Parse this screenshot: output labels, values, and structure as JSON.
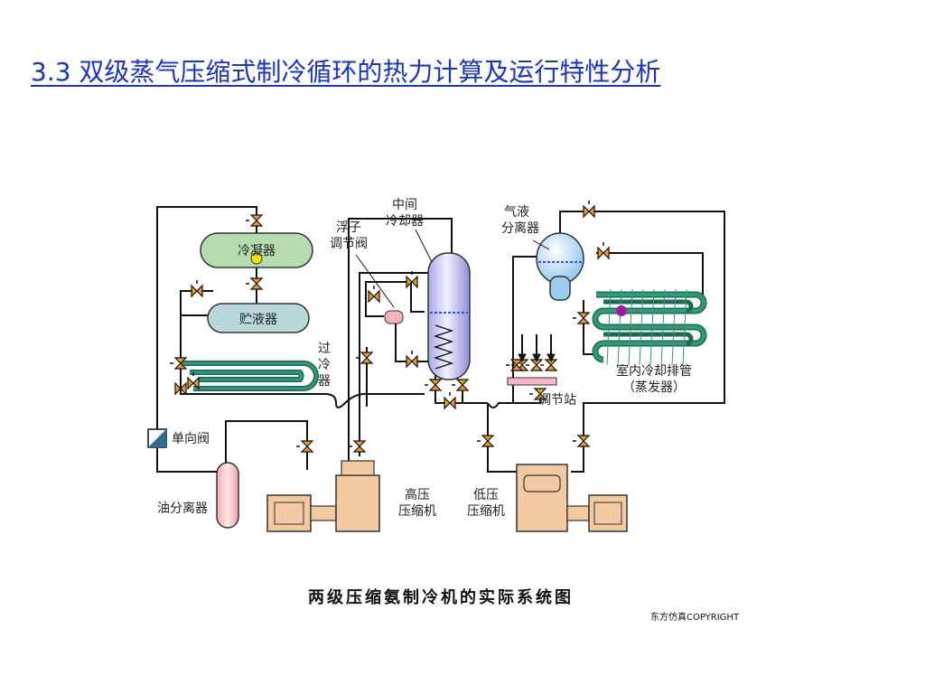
{
  "title": "3.3  双级蒸气压缩式制冷循环的热力计算及运行特性分析",
  "diagram": {
    "labels": {
      "condenser": "冷凝器",
      "receiver": "贮液器",
      "subcooler": [
        "过",
        "冷",
        "器"
      ],
      "intercooler": [
        "中间",
        "冷却器"
      ],
      "float_valve": [
        "浮子",
        "调节阀"
      ],
      "separator": [
        "气液",
        "分离器"
      ],
      "evaporator": [
        "室内冷却排管",
        "（蒸发器）"
      ],
      "regulating_station": "调节站",
      "check_valve": "单向阀",
      "oil_separator": "油分离器",
      "high_compressor": [
        "高压",
        "压缩机"
      ],
      "low_compressor": [
        "低压",
        "压缩机"
      ]
    },
    "caption": "两级压缩氨制冷机的实际系统图",
    "copyright": "东方仿真COPYRIGHT"
  },
  "colors": {
    "title": "#1a33cc",
    "condenser_fill": "#b5dcae",
    "receiver_fill": "#b9d8db",
    "vessel_fill": "#c9c9f0",
    "compressor_fill": "#f2c9a0",
    "oil_sep_fill": "#f6c6c9",
    "coil_green": "#2f9a7a",
    "valve_orange": "#f29a22",
    "level_blue": "#3050ff"
  }
}
